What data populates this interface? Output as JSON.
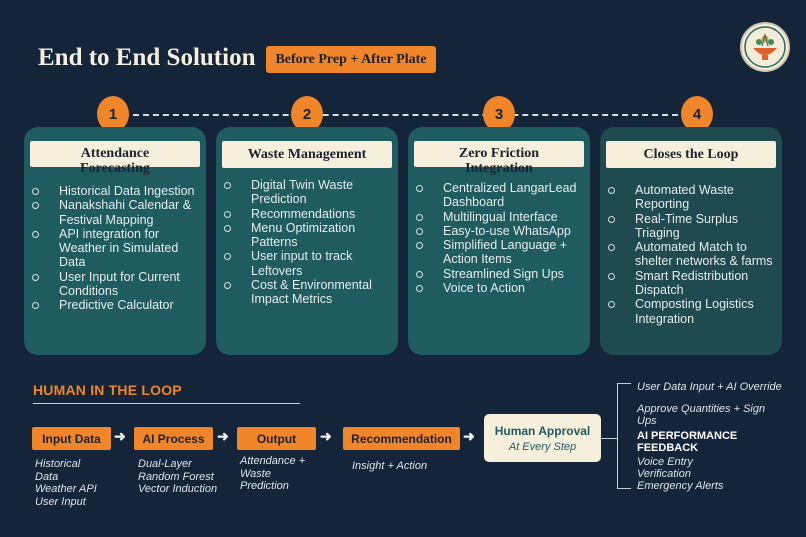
{
  "header": {
    "title": "End to End Solution",
    "subtitle": "Before Prep + After Plate",
    "logo_icon": "langar-emblem-icon"
  },
  "steps": [
    {
      "number": "1",
      "heading_line1": "Attendance",
      "heading_line2": "Forecasting",
      "items": [
        "Historical Data Ingestion",
        "Nanakshahi Calendar & Festival Mapping",
        "API integration for Weather in Simulated Data",
        "User Input for Current Conditions",
        "Predictive Calculator"
      ]
    },
    {
      "number": "2",
      "heading_line1": "Waste Management",
      "heading_line2": "",
      "items": [
        "Digital Twin Waste Prediction",
        "Recommendations",
        "Menu Optimization Patterns",
        "User input to track Leftovers",
        "Cost & Environmental Impact Metrics"
      ]
    },
    {
      "number": "3",
      "heading_line1": "Zero Friction",
      "heading_line2": "Integration",
      "items": [
        "Centralized LangarLead Dashboard",
        "Multilingual Interface",
        "Easy-to-use WhatsApp",
        "Simplified Language + Action Items",
        "Streamlined Sign Ups",
        "Voice to Action"
      ]
    },
    {
      "number": "4",
      "heading_line1": "Closes the Loop",
      "heading_line2": "",
      "items": [
        "Automated Waste Reporting",
        "Real-Time Surplus Triaging",
        "Automated Match to shelter networks & farms",
        "Smart Redistribution Dispatch",
        "Composting Logistics Integration"
      ]
    }
  ],
  "human_loop": {
    "heading": "HUMAN IN THE LOOP",
    "arrow_glyph": "➜",
    "process": [
      {
        "label": "Input Data",
        "desc": [
          "Historical",
          "Data",
          "Weather API",
          "User Input"
        ]
      },
      {
        "label": "AI Process",
        "desc": [
          "Dual-Layer",
          "Random Forest",
          "Vector Induction"
        ]
      },
      {
        "label": "Output",
        "desc": [
          "Attendance +",
          "Waste",
          "Prediction"
        ]
      },
      {
        "label": "Recommendation",
        "desc": [
          "Insight + Action"
        ]
      }
    ],
    "approval": {
      "title": "Human Approval",
      "subtitle": "At Every Step"
    },
    "feedback": {
      "item1": "User Data Input + AI Override",
      "item2_line1": "Approve Quantities + Sign",
      "item2_line2": "Ups",
      "heading_line1": "AI PERFORMANCE",
      "heading_line2": "FEEDBACK",
      "item3": "Voice Entry",
      "item4": "Verification",
      "item5": "Emergency Alerts"
    }
  },
  "colors": {
    "background": "#14253a",
    "accent": "#f0852a",
    "card": "#1f5c60",
    "card_dark": "#1e4a50",
    "cream": "#f6efdc"
  }
}
